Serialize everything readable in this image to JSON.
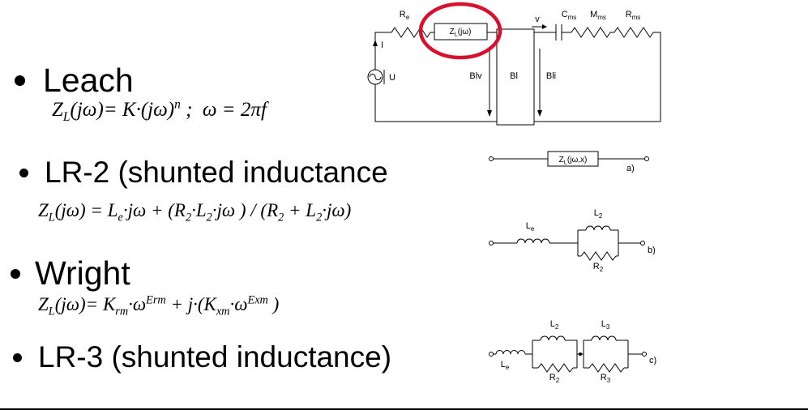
{
  "slide": {
    "bullets": [
      {
        "label": "Leach"
      },
      {
        "label": "LR-2 (shunted inductance"
      },
      {
        "label": "Wright"
      },
      {
        "label": "LR-3 (shunted inductance)"
      }
    ],
    "formulas": {
      "leach": [
        {
          "t": "n",
          "v": "Z"
        },
        {
          "t": "sub",
          "v": "L"
        },
        {
          "t": "n",
          "v": "(jω)= K·(jω)"
        },
        {
          "t": "sup",
          "v": "n"
        },
        {
          "t": "n",
          "v": " ;  ω = 2πf"
        }
      ],
      "lr2": [
        {
          "t": "n",
          "v": "Z"
        },
        {
          "t": "sub",
          "v": "L"
        },
        {
          "t": "n",
          "v": "(jω) = L"
        },
        {
          "t": "sub",
          "v": "e"
        },
        {
          "t": "n",
          "v": "·jω + (R"
        },
        {
          "t": "sub",
          "v": "2"
        },
        {
          "t": "n",
          "v": "·L"
        },
        {
          "t": "sub",
          "v": "2"
        },
        {
          "t": "n",
          "v": "·jω ) / (R"
        },
        {
          "t": "sub",
          "v": "2"
        },
        {
          "t": "n",
          "v": " + L"
        },
        {
          "t": "sub",
          "v": "2"
        },
        {
          "t": "n",
          "v": "·jω)"
        }
      ],
      "wright": [
        {
          "t": "n",
          "v": "Z"
        },
        {
          "t": "sub",
          "v": "L"
        },
        {
          "t": "n",
          "v": "(jω)= K"
        },
        {
          "t": "sub",
          "v": "rm"
        },
        {
          "t": "n",
          "v": "·ω"
        },
        {
          "t": "sup",
          "v": "Erm"
        },
        {
          "t": "n",
          "v": " + j·(K"
        },
        {
          "t": "sub",
          "v": "xm"
        },
        {
          "t": "n",
          "v": "·ω"
        },
        {
          "t": "sup",
          "v": "Exm"
        },
        {
          "t": "n",
          "v": " )"
        }
      ]
    }
  },
  "circuit_top": {
    "re": {
      "b": "R",
      "s": "e"
    },
    "zl": {
      "b": "Z",
      "s": "L",
      "r": "(jω)"
    },
    "cms": {
      "b": "C",
      "s": "ms"
    },
    "mms": {
      "b": "M",
      "s": "ms"
    },
    "rms": {
      "b": "R",
      "s": "ms"
    },
    "u": "U",
    "i": "I",
    "v": "v",
    "blv": "Blv",
    "bl": "Bl",
    "bli": "Bli"
  },
  "circuit_a": {
    "zl": {
      "b": "Z",
      "s": "L",
      "r": "(jω,x)"
    },
    "tag": "a)"
  },
  "circuit_b": {
    "le": {
      "b": "L",
      "s": "e"
    },
    "l2": {
      "b": "L",
      "s": "2"
    },
    "r2": {
      "b": "R",
      "s": "2"
    },
    "tag": "b)"
  },
  "circuit_c": {
    "le": {
      "b": "L",
      "s": "e"
    },
    "l2": {
      "b": "L",
      "s": "2"
    },
    "r2": {
      "b": "R",
      "s": "2"
    },
    "l3": {
      "b": "L",
      "s": "3"
    },
    "r3": {
      "b": "R",
      "s": "3"
    },
    "tag": "c)"
  },
  "colors": {
    "highlight_red": "#d8102e",
    "ink": "#000000",
    "background": "#ffffff"
  }
}
